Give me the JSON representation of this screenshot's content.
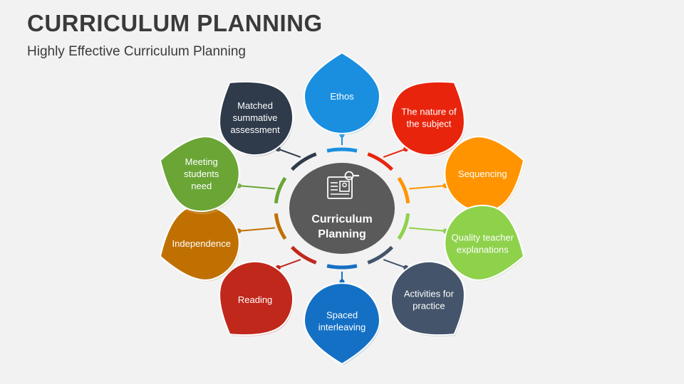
{
  "header": {
    "title": "CURRICULUM PLANNING",
    "subtitle": "Highly Effective Curriculum Planning"
  },
  "center": {
    "lines": [
      "Curriculum",
      "Planning"
    ],
    "icon": "curriculum-document-icon",
    "color": "#5a5a5a"
  },
  "petals": [
    {
      "id": "ethos",
      "lines": [
        "Ethos"
      ],
      "color": "#1a8fe0"
    },
    {
      "id": "nature-of-subject",
      "lines": [
        "The nature of",
        "the subject"
      ],
      "color": "#e8240c"
    },
    {
      "id": "sequencing",
      "lines": [
        "Sequencing"
      ],
      "color": "#ff9400"
    },
    {
      "id": "quality-teacher-explanations",
      "lines": [
        "Quality teacher",
        "explanations"
      ],
      "color": "#8ed14b"
    },
    {
      "id": "activities-for-practice",
      "lines": [
        "Activities for",
        "practice"
      ],
      "color": "#44546a"
    },
    {
      "id": "spaced-interleaving",
      "lines": [
        "Spaced",
        "interleaving"
      ],
      "color": "#1470c4"
    },
    {
      "id": "reading",
      "lines": [
        "Reading"
      ],
      "color": "#c0281c"
    },
    {
      "id": "independence",
      "lines": [
        "Independence"
      ],
      "color": "#c07000"
    },
    {
      "id": "meeting-students-need",
      "lines": [
        "Meeting",
        "students",
        "need"
      ],
      "color": "#6aa536"
    },
    {
      "id": "matched-summative-assessment",
      "lines": [
        "Matched",
        "summative",
        "assessment"
      ],
      "color": "#2f3a4a"
    }
  ]
}
